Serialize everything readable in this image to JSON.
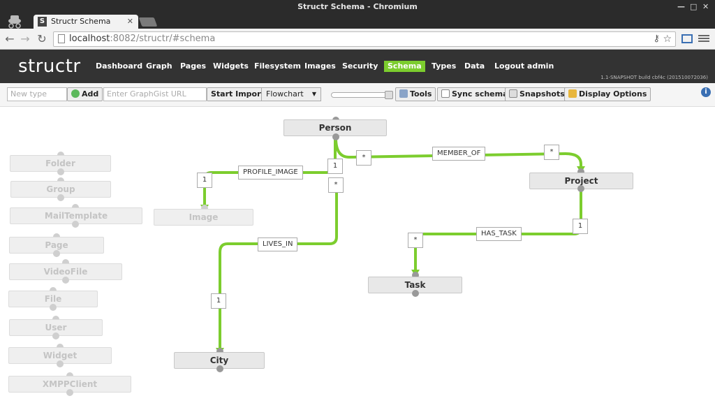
{
  "window": {
    "title": "Structr Schema - Chromium"
  },
  "browser": {
    "tab_title": "Structr Schema",
    "tab_favicon": "S",
    "url_host": "localhost",
    "url_rest": ":8082/structr/#schema"
  },
  "app": {
    "logo": "structr",
    "nav": [
      "Dashboard",
      "Graph",
      "Pages",
      "Widgets",
      "Filesystem",
      "Images",
      "Security",
      "Schema",
      "Types",
      "Data",
      "Logout admin"
    ],
    "active_nav": "Schema",
    "build": "1.1-SNAPSHOT build cbf4c (201510072036)",
    "accent_color": "#7ccd2e"
  },
  "toolbar": {
    "new_type_placeholder": "New type",
    "add_label": "Add",
    "graphgist_placeholder": "Enter GraphGist URL",
    "start_import_label": "Start Import",
    "layout_select": "Flowchart",
    "tools_label": "Tools",
    "sync_label": "Sync schema",
    "snapshots_label": "Snapshots",
    "display_label": "Display Options"
  },
  "schema": {
    "nodes": {
      "person": "Person",
      "project": "Project",
      "image": "Image",
      "task": "Task",
      "city": "City"
    },
    "builtin_types": [
      "Folder",
      "Group",
      "MailTemplate",
      "Page",
      "VideoFile",
      "File",
      "User",
      "Widget",
      "XMPPClient"
    ],
    "relationships": [
      {
        "label": "PROFILE_IMAGE",
        "source_mult": "1",
        "target_mult": "1"
      },
      {
        "label": "MEMBER_OF",
        "source_mult": "*",
        "target_mult": "*"
      },
      {
        "label": "LIVES_IN",
        "source_mult": "*",
        "target_mult": "1"
      },
      {
        "label": "HAS_TASK",
        "source_mult": "1",
        "target_mult": "*"
      }
    ]
  }
}
